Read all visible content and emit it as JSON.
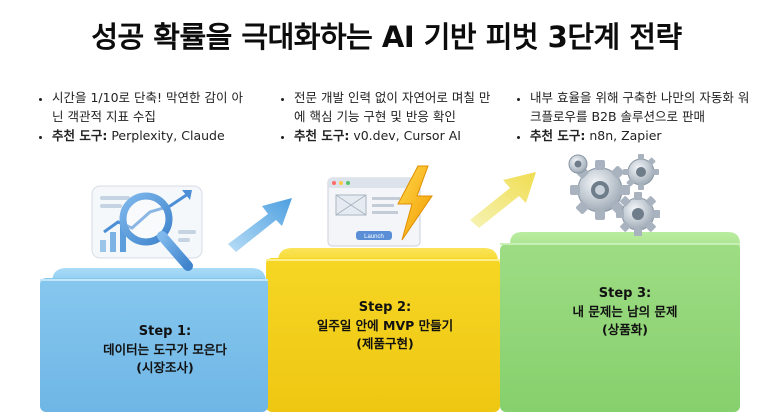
{
  "title": "성공 확률을 극대화하는 AI 기반 피벗 3단계 전략",
  "steps": [
    {
      "bullets": [
        {
          "prefix": "",
          "text": "시간을 1/10로 단축! 막연한 감이 아닌 객관적 지표 수집"
        },
        {
          "prefix": "추천 도구:",
          "text": " Perplexity, Claude"
        }
      ],
      "step_title": "Step 1:",
      "line1": "데이터는 도구가 모은다",
      "line2": "(시장조사)",
      "color": "#8fcdf0",
      "icon": "magnifier-chart-icon"
    },
    {
      "bullets": [
        {
          "prefix": "",
          "text": "전문 개발 인력 없이 자연어로 며칠 만에 핵심 기능 구현 및 반응 확인"
        },
        {
          "prefix": "추천 도구:",
          "text": " v0.dev, Cursor AI"
        }
      ],
      "step_title": "Step 2:",
      "line1": "일주일 안에 MVP 만들기",
      "line2": "(제품구현)",
      "color": "#f7dc2f",
      "icon": "browser-lightning-icon",
      "mockup_button": "Launch"
    },
    {
      "bullets": [
        {
          "prefix": "",
          "text": "내부 효율을 위해 구축한 나만의 자동화 워크플로우를 B2B 솔루션으로 판매"
        },
        {
          "prefix": "추천 도구:",
          "text": " n8n, Zapier"
        }
      ],
      "step_title": "Step 3:",
      "line1": "내 문제는 남의 문제",
      "line2": "(상품화)",
      "color": "#a6e38f",
      "icon": "gears-icon"
    }
  ],
  "colors": {
    "arrow": "#6fb4ea",
    "arrow2": "#f2d65c",
    "arrow3": "#e9ec8a",
    "lightning": "#f5b800"
  }
}
